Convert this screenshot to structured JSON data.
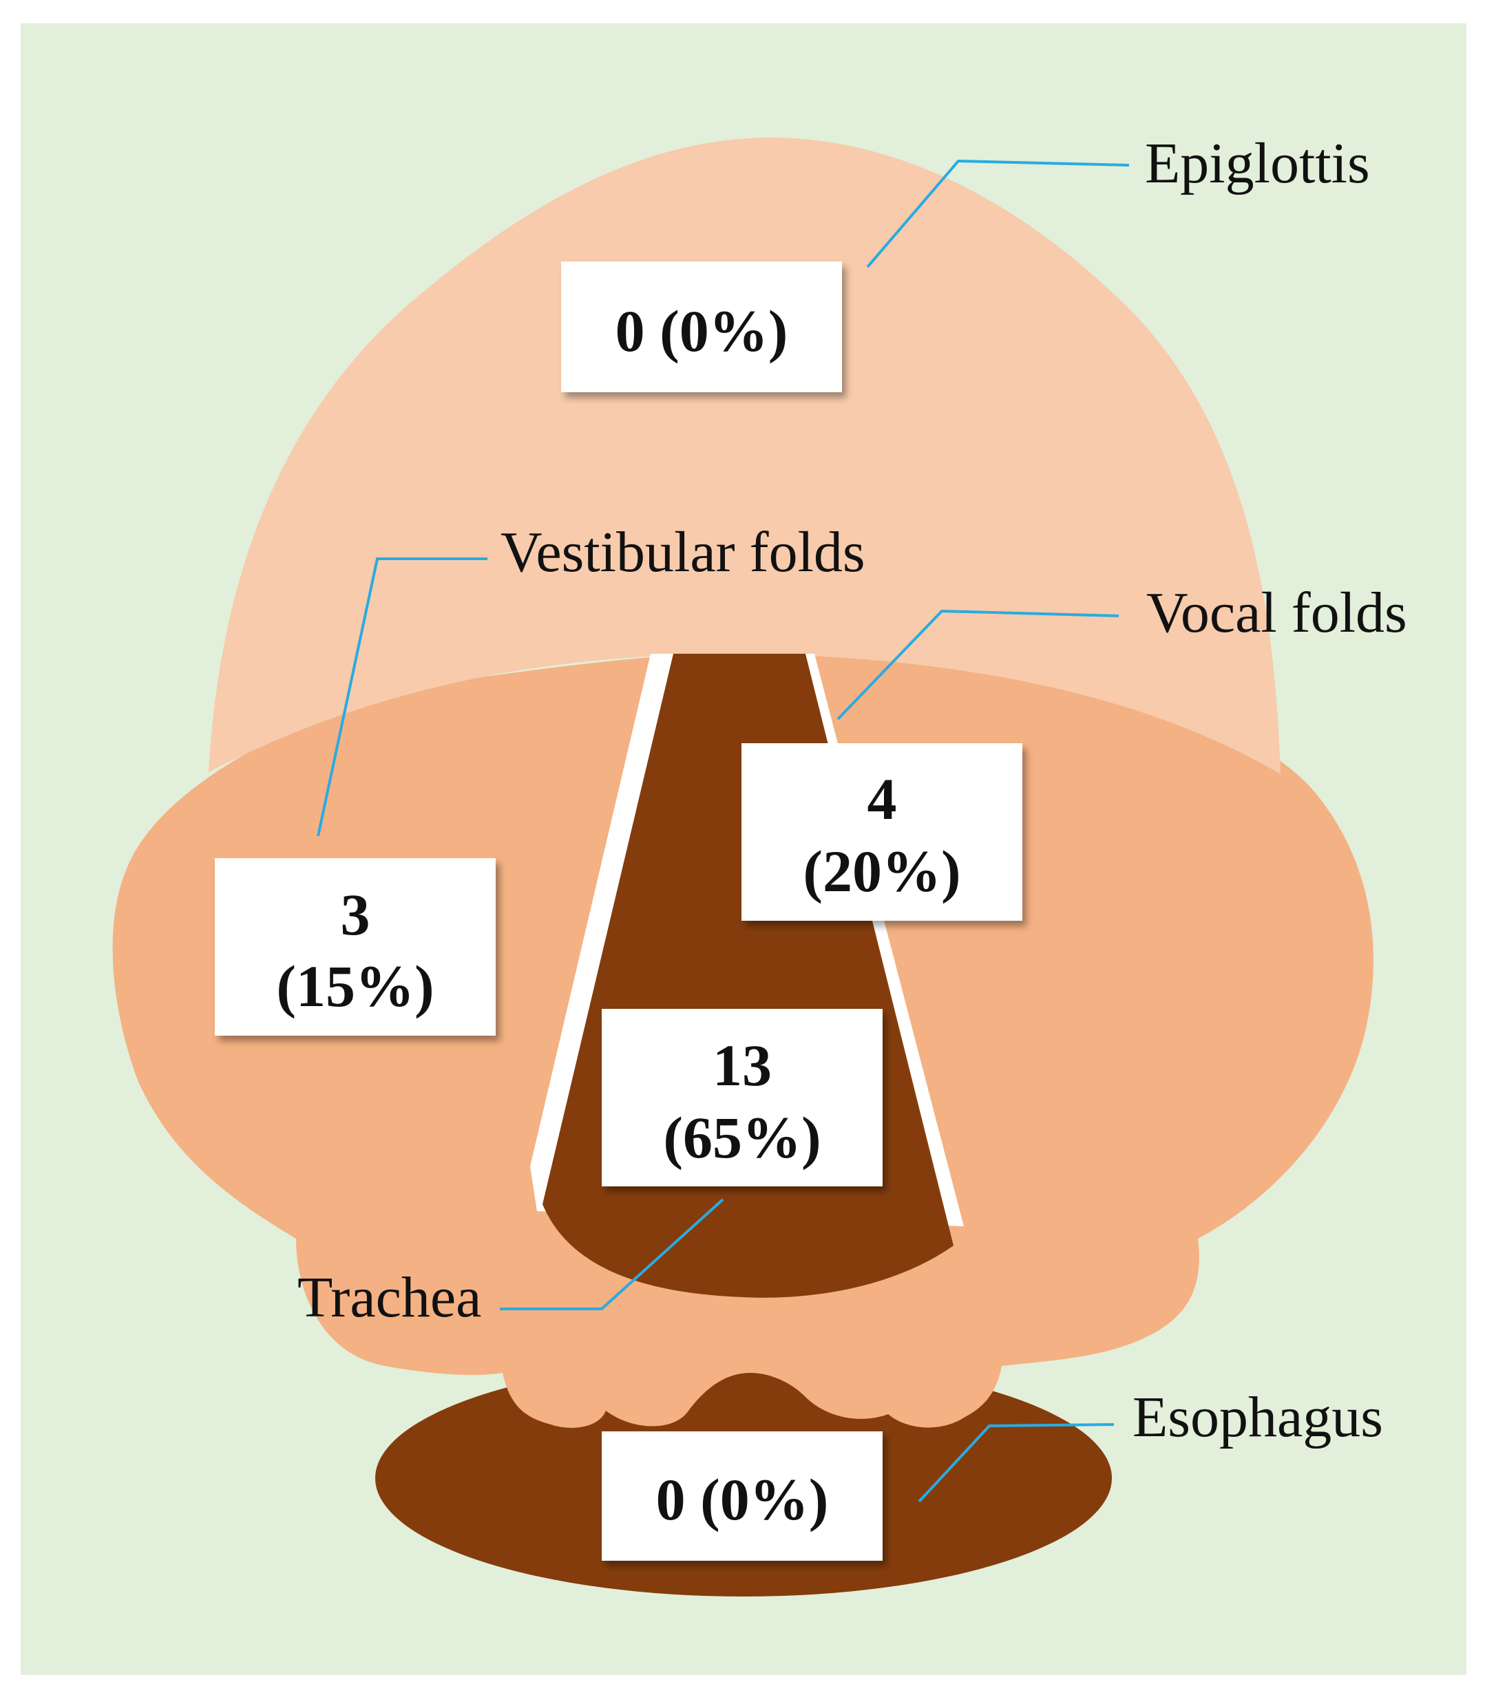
{
  "colors": {
    "background": "#e2efda",
    "epiglottis": "#f7cbac",
    "larynx": "#f4b183",
    "airway": "#843c0c",
    "leader_line": "#29abe2",
    "box": "#ffffff"
  },
  "regions": {
    "epiglottis": {
      "label": "Epiglottis",
      "value": "0 (0%)"
    },
    "vestibular_folds": {
      "label": "Vestibular folds",
      "value_count": "3",
      "value_pct": "(15%)"
    },
    "vocal_folds": {
      "label": "Vocal folds",
      "value_count": "4",
      "value_pct": "(20%)"
    },
    "trachea": {
      "label": "Trachea",
      "value_count": "13",
      "value_pct": "(65%)"
    },
    "esophagus": {
      "label": "Esophagus",
      "value": "0 (0%)"
    }
  }
}
